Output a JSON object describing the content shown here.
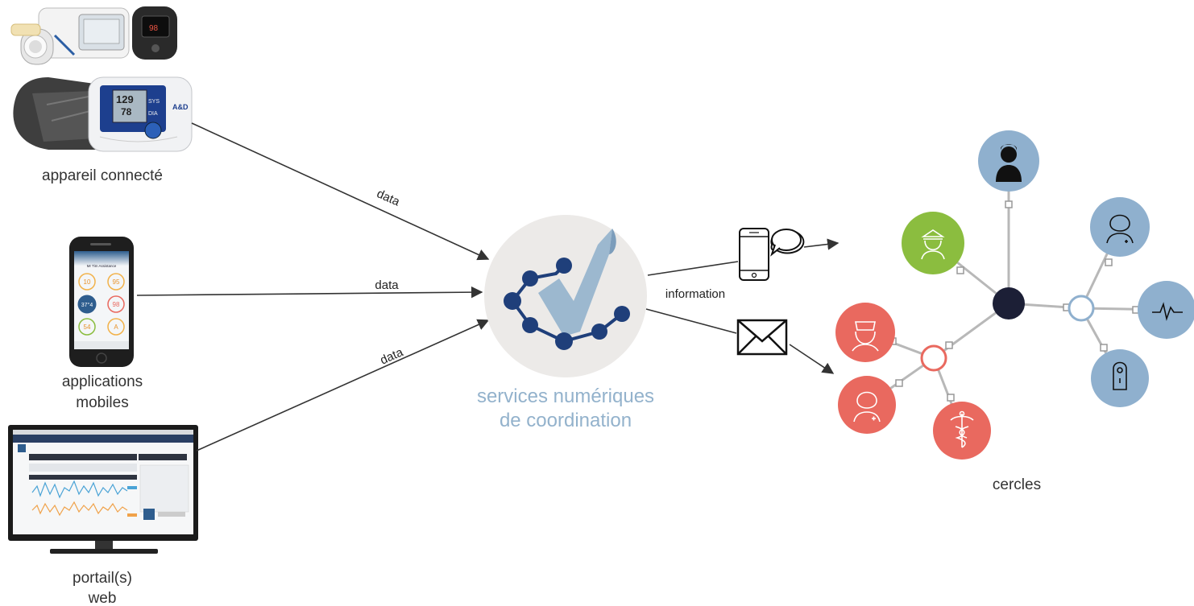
{
  "sources": {
    "device": {
      "label": "appareil connecté",
      "icon": "connected-devices-photo"
    },
    "mobile": {
      "label_line1": "applications",
      "label_line2": "mobiles",
      "icon": "smartphone-app"
    },
    "web": {
      "label_line1": "portail(s)",
      "label_line2": "web",
      "icon": "monitor-web-portal"
    }
  },
  "flows": {
    "data_top": "data",
    "data_middle": "data",
    "data_bottom": "data",
    "information": "information"
  },
  "hub": {
    "label_line1": "services numériques",
    "label_line2": "de coordination",
    "icon": "coordination-checkmark-network"
  },
  "channels": {
    "sms": "smartphone-message-icon",
    "email": "envelope-icon"
  },
  "network": {
    "label": "cercles",
    "colors": {
      "blue": "#8fb0ce",
      "green": "#8bbd3f",
      "red": "#e9695f",
      "dark": "#1c1f36",
      "line": "#b8b8b8"
    }
  },
  "mobile_screen": {
    "title": "Mr Tim Assistance",
    "values": [
      "10",
      "95",
      "37°4",
      "98",
      "54",
      "A"
    ]
  }
}
